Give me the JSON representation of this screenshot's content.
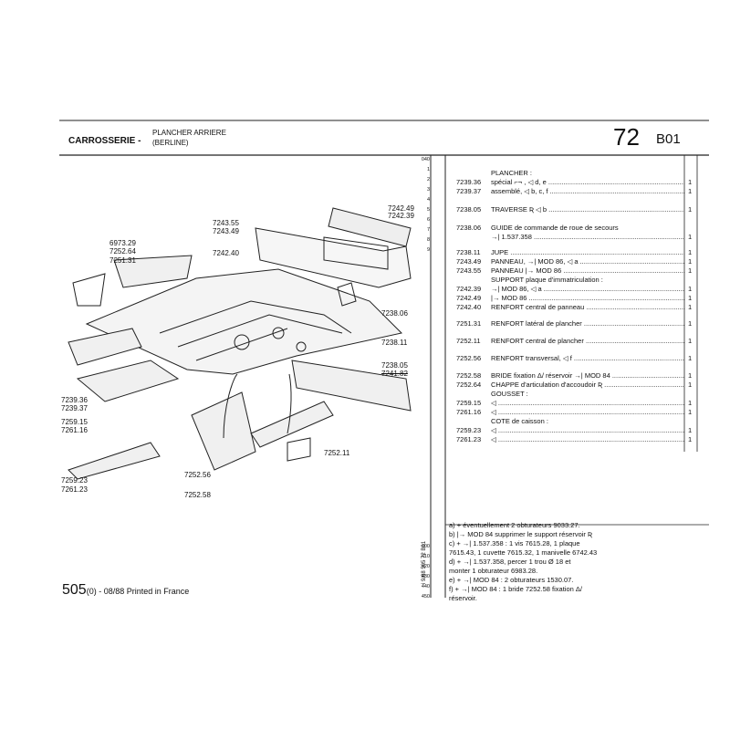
{
  "header": {
    "title": "CARROSSERIE -",
    "subtitle_line1": "PLANCHER ARRIERE",
    "subtitle_line2": "(BERLINE)",
    "page_number": "72",
    "page_code": "B01"
  },
  "diagram_labels": [
    {
      "text": "7242.49"
    },
    {
      "text": "7242.39"
    },
    {
      "text": "7243.55"
    },
    {
      "text": "7243.49"
    },
    {
      "text": "7242.40"
    },
    {
      "text": "6973.29"
    },
    {
      "text": "7252.64"
    },
    {
      "text": "7251.31"
    },
    {
      "text": "7238.06"
    },
    {
      "text": "7238.11"
    },
    {
      "text": "7238.05"
    },
    {
      "text": "7241.82"
    },
    {
      "text": "7239.36"
    },
    {
      "text": "7239.37"
    },
    {
      "text": "7259.15"
    },
    {
      "text": "7261.16"
    },
    {
      "text": "7252.11"
    },
    {
      "text": "7252.56"
    },
    {
      "text": "7252.58"
    },
    {
      "text": "7259.23"
    },
    {
      "text": "7261.23"
    }
  ],
  "parts_list": [
    {
      "ref": "",
      "desc": "PLANCHER :",
      "qty": ""
    },
    {
      "ref": "7239.36",
      "desc": "spécial ⌐¬ , ◁ d, e",
      "qty": "1"
    },
    {
      "ref": "7239.37",
      "desc": "assemblé, ◁ b, c, f",
      "qty": "1"
    },
    {
      "ref": "7238.05",
      "desc": "TRAVERSE Ʀ ◁ b",
      "qty": "1"
    },
    {
      "ref": "7238.06",
      "desc": "GUIDE de commande de roue de secours",
      "qty": ""
    },
    {
      "ref": "",
      "desc": "→| 1.537.358",
      "qty": "1"
    },
    {
      "ref": "7238.11",
      "desc": "JUPE",
      "qty": "1"
    },
    {
      "ref": "7243.49",
      "desc": "PANNEAU, →| MOD 86, ◁ a",
      "qty": "1"
    },
    {
      "ref": "7243.55",
      "desc": "PANNEAU |→ MOD 86",
      "qty": "1"
    },
    {
      "ref": "",
      "desc": "SUPPORT plaque d'immatriculation :",
      "qty": ""
    },
    {
      "ref": "7242.39",
      "desc": "→| MOD 86, ◁ a",
      "qty": "1"
    },
    {
      "ref": "7242.49",
      "desc": "|→ MOD 86",
      "qty": "1"
    },
    {
      "ref": "7242.40",
      "desc": "RENFORT central de panneau",
      "qty": "1"
    },
    {
      "ref": "7251.31",
      "desc": "RENFORT latéral de plancher",
      "qty": "1"
    },
    {
      "ref": "7252.11",
      "desc": "RENFORT central de plancher",
      "qty": "1"
    },
    {
      "ref": "7252.56",
      "desc": "RENFORT transversal, ◁ f",
      "qty": "1"
    },
    {
      "ref": "7252.58",
      "desc": "BRIDE fixation Δ/ réservoir →| MOD 84",
      "qty": "1"
    },
    {
      "ref": "7252.64",
      "desc": "CHAPPE d'articulation d'accoudoir Ʀ",
      "qty": "1"
    },
    {
      "ref": "",
      "desc": "GOUSSET :",
      "qty": ""
    },
    {
      "ref": "7259.15",
      "desc": "◁",
      "qty": "1"
    },
    {
      "ref": "7261.16",
      "desc": "◁",
      "qty": "1"
    },
    {
      "ref": "",
      "desc": "COTE de caisson :",
      "qty": ""
    },
    {
      "ref": "7259.23",
      "desc": "◁",
      "qty": "1"
    },
    {
      "ref": "7261.23",
      "desc": "◁",
      "qty": "1"
    }
  ],
  "index_numbers": [
    "040",
    "1",
    "2",
    "3",
    "4",
    "5",
    "6",
    "7",
    "8",
    "9",
    "400",
    "410",
    "420",
    "430",
    "440",
    "450"
  ],
  "side_text": "i 9/88 505 72 B01",
  "notes": [
    "a)  +  éventuellement 2 obturateurs 9033.27.",
    "b)  |→ MOD 84 supprimer le support réservoir Ʀ",
    "c)  +  →| 1.537.358 : 1 vis 7615.28, 1 plaque",
    "        7615.43, 1 cuvette 7615.32, 1 manivelle 6742.43",
    "d)  +  →| 1.537.358, percer 1 trou Ø 18 et",
    "        monter 1 obturateur 6983.28.",
    "e)  +  →| MOD 84 : 2 obturateurs 1530.07.",
    "f)  +  →| MOD 84 : 1 bride 7252.58 fixation Δ/",
    "        réservoir."
  ],
  "footer": {
    "model": "505",
    "rest": "(0) - 08/88 Printed in France"
  }
}
